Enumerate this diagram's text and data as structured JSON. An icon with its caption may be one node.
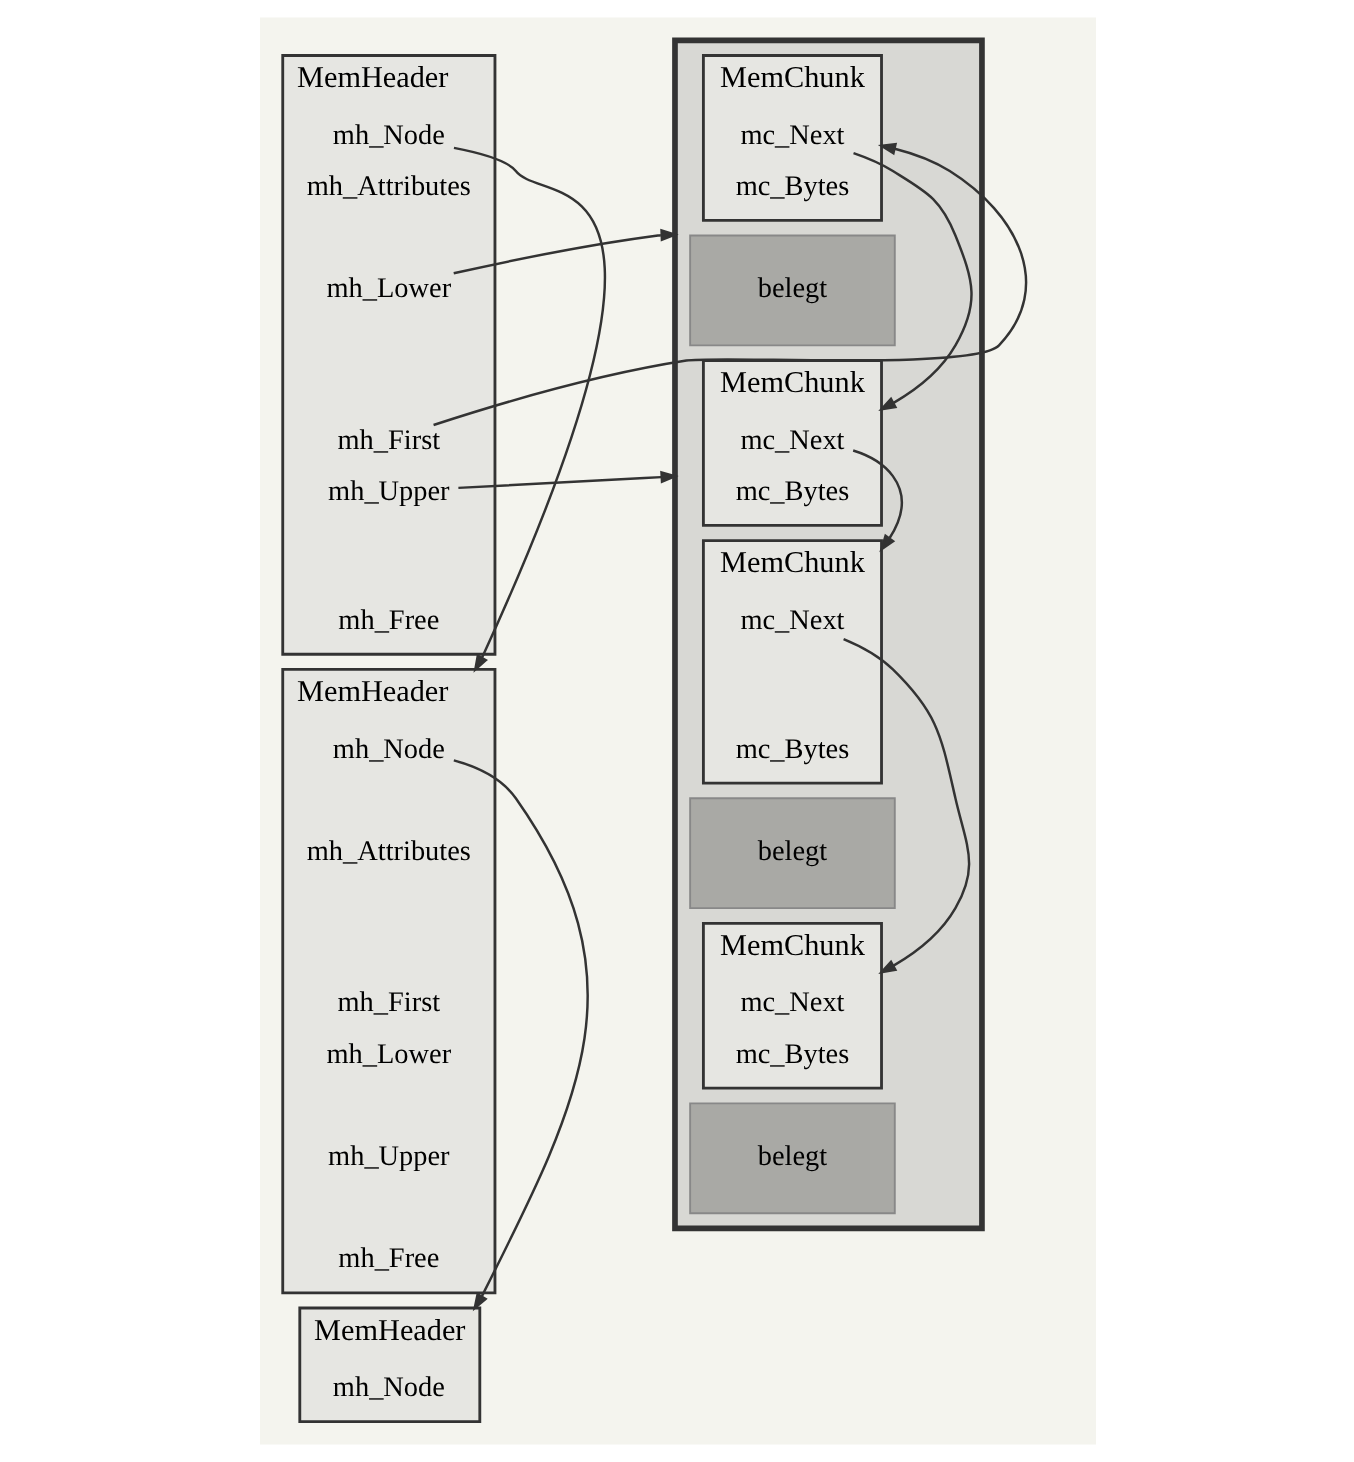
{
  "diagram": {
    "nodes": [
      {
        "text": [
          "MemHeader"
        ]
      },
      {
        "text": [
          "mh_Node"
        ],
        "in": 0
      },
      {
        "text": [
          "mh_Attributes"
        ],
        "in": 0
      },
      {
        "text": [
          "mh_Lower"
        ],
        "in": 0
      },
      {
        "text": [
          "mh_First"
        ],
        "in": 0
      },
      {
        "text": [
          "mh_Upper"
        ],
        "in": 0
      },
      {
        "text": [
          "mh_Free"
        ],
        "in": 0
      },
      {
        "text": [
          "MemHeader"
        ]
      },
      {
        "text": [
          "mh_Node"
        ],
        "in": 7
      },
      {
        "text": [
          "mh_Attributes"
        ],
        "in": 7
      },
      {
        "text": [
          "mh_First"
        ],
        "in": 7
      },
      {
        "text": [
          "mh_Lower"
        ],
        "in": 7
      },
      {
        "text": [
          "mh_Upper"
        ],
        "in": 7
      },
      {
        "text": [
          "mh_Free"
        ],
        "in": 7
      },
      {
        "text": [
          "MemHeader"
        ]
      },
      {
        "text": [
          "mh_Node"
        ],
        "in": 14
      },
      {
        "text": [],
        "shape": "box"
      },
      {
        "text": [
          "MemChunk"
        ],
        "in": 16
      },
      {
        "text": [
          "mc_Next"
        ],
        "in": 17
      },
      {
        "text": [
          "mc_Bytes"
        ],
        "in": 17
      },
      {
        "text": [
          "belegt"
        ],
        "in": 16
      },
      {
        "text": [
          "MemChunk"
        ],
        "in": 16
      },
      {
        "text": [
          "mc_Next"
        ],
        "in": 21
      },
      {
        "text": [
          "mc_Bytes"
        ],
        "in": 21
      },
      {
        "text": [
          "MemChunk"
        ],
        "in": 16
      },
      {
        "text": [
          "mc_Next"
        ],
        "in": 24
      },
      {
        "text": [
          "mc_Bytes"
        ],
        "in": 24
      },
      {
        "text": [
          "belegt"
        ],
        "in": 16
      },
      {
        "text": [
          "MemChunk"
        ],
        "in": 16
      },
      {
        "text": [
          "mc_Next"
        ],
        "in": 28
      },
      {
        "text": [
          "mc_Bytes"
        ],
        "in": 28
      },
      {
        "text": [
          "belegt"
        ],
        "in": 16
      }
    ],
    "edges": [
      {
        "from": 1,
        "to": 7,
        "arrow": "to"
      },
      {
        "from": 3,
        "to": 16,
        "arrow": "to"
      },
      {
        "from": 4,
        "to": 17,
        "arrow": "to"
      },
      {
        "from": 5,
        "to": 16,
        "arrow": "to"
      },
      {
        "from": 8,
        "to": 14,
        "arrow": "to"
      },
      {
        "from": 18,
        "to": 21,
        "arrow": "to"
      },
      {
        "from": 22,
        "to": 24,
        "arrow": "to"
      },
      {
        "from": 25,
        "to": 28,
        "arrow": "to"
      }
    ]
  }
}
